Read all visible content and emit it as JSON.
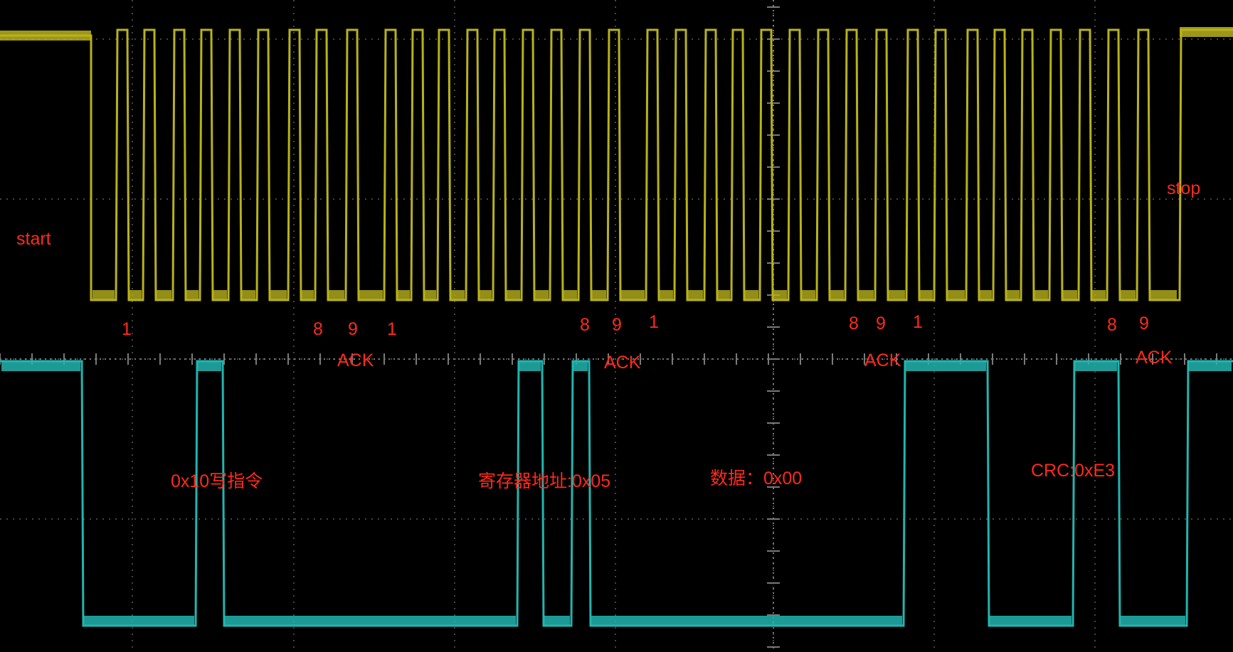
{
  "colors": {
    "background": "#000000",
    "clock_trace": "#b8b21c",
    "data_trace": "#22b5b0",
    "grid": "#5a5a5a",
    "annotation": "#ff2a1a"
  },
  "labels": {
    "start": "start",
    "stop": "stop",
    "frame1_bit1": "1",
    "frame1_bit8": "8",
    "frame1_bit9": "9",
    "frame1_ack": "ACK",
    "frame2_bit1": "1",
    "frame2_bit8": "8",
    "frame2_bit9": "9",
    "frame2_ack": "ACK",
    "frame3_bit1": "1",
    "frame3_bit8": "8",
    "frame3_bit9": "9",
    "frame3_ack": "ACK",
    "frame4_bit1": "1",
    "frame4_bit8": "8",
    "frame4_bit9": "9",
    "frame4_ack": "ACK",
    "byte1": "0x10写指令",
    "byte2": "寄存器地址:0x05",
    "byte3": "数据：0x00",
    "byte4": "CRC:0xE3"
  }
}
